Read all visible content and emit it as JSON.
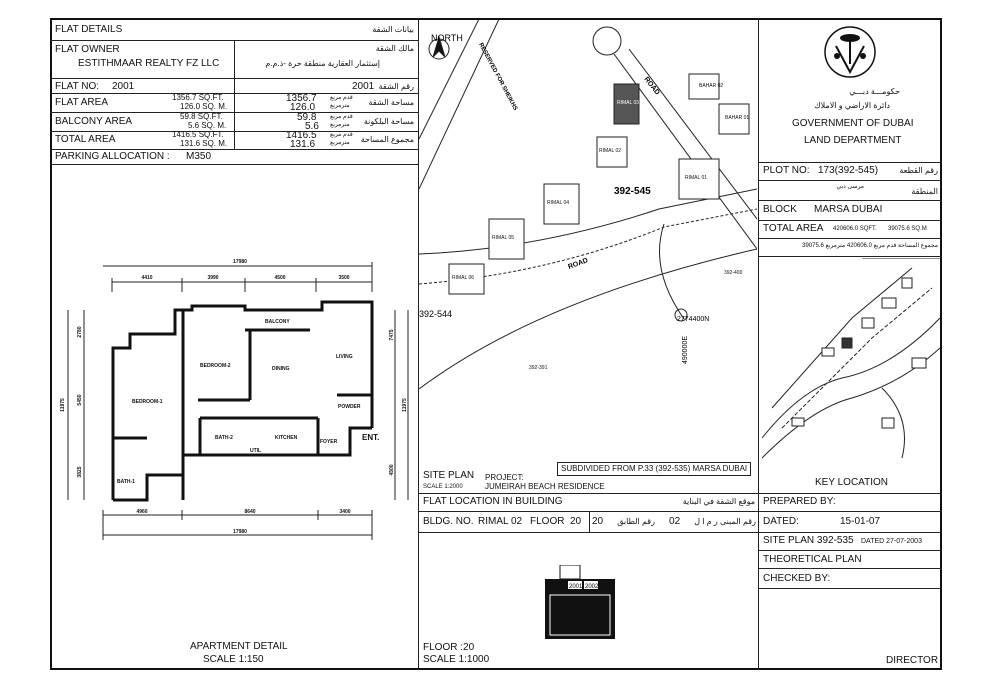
{
  "flat_details": {
    "title": "FLAT DETAILS",
    "title_ar": "بيانات الشقة",
    "owner_label": "FLAT OWNER",
    "owner_label_ar": "مالك الشقة",
    "owner_name": "ESTITHMAAR REALTY FZ LLC",
    "owner_name_ar": "إستثمار العقارية منطقة حرة -ذ.م.م",
    "flat_no_label": "FLAT NO:",
    "flat_no": "2001",
    "flat_no_label_ar": "رقم الشقة",
    "rows": [
      {
        "label": "FLAT AREA",
        "sqft": "1356.7 SQ.FT.",
        "sqm": "126.0 SQ. M.",
        "v1": "1356.7",
        "v2": "126.0",
        "u1_ar": "قدم مربع",
        "u2_ar": "مترمربع",
        "label_ar": "مساحة الشقة"
      },
      {
        "label": "BALCONY AREA",
        "sqft": "59.8 SQ.FT.",
        "sqm": "5.6 SQ. M.",
        "v1": "59.8",
        "v2": "5.6",
        "u1_ar": "قدم مربع",
        "u2_ar": "مترمربع",
        "label_ar": "مساحة البلكونة"
      },
      {
        "label": "TOTAL AREA",
        "sqft": "1416.5 SQ.FT.",
        "sqm": "131.6 SQ. M.",
        "v1": "1416.5",
        "v2": "131.6",
        "u1_ar": "قدم مربع",
        "u2_ar": "مترمربع",
        "label_ar": "مجموع المساحة"
      }
    ],
    "parking_label": "PARKING ALLOCATION :",
    "parking": "M350"
  },
  "floor_plan": {
    "dims_top_total": "17980",
    "dims_top": [
      "4410",
      "3990",
      "4500",
      "3500"
    ],
    "dims_bottom": [
      "4960",
      "8640",
      "3400"
    ],
    "dims_bottom_total": "17980",
    "dims_left": [
      "2780",
      "5450",
      "3825"
    ],
    "dim_left_total": "11975",
    "dims_right": [
      "7475",
      "4500"
    ],
    "dim_right_total": "11975",
    "rooms": [
      "BALCONY",
      "BEDROOM-2",
      "DINING",
      "LIVING",
      "BEDROOM-1",
      "POWDER",
      "BATH-2",
      "KITCHEN",
      "FOYER",
      "UTIL",
      "BATH-1"
    ],
    "entrance": "ENT.",
    "caption": "APARTMENT DETAIL",
    "scale": "SCALE    1:150"
  },
  "site_plan": {
    "north": "NORTH",
    "reserved": "RESERVED FOR SHEIKHS",
    "road": "ROAD",
    "plot": "392-545",
    "neighbor1": "392-544",
    "neighbor2": "392-400",
    "neighbor3": "392-391",
    "coord_n": "2774400N",
    "coord_e": "490000E",
    "buildings": [
      "BAHAR 02",
      "BAHAR 01",
      "RIMAL 03",
      "RIMAL 02",
      "RIMAL 01",
      "RIMAL 04",
      "RIMAL 05",
      "RIMAL 06"
    ],
    "title": "SITE PLAN",
    "scale": "SCALE   1:2000",
    "project_label": "PROJECT:",
    "project": "JUMEIRAH BEACH RESIDENCE",
    "subdivided": "SUBDIVIDED FROM P.33 (392-535) MARSA DUBAI"
  },
  "flat_location": {
    "title": "FLAT LOCATION IN BUILDING",
    "title_ar": "موقع الشقة في البناية",
    "bldg_label": "BLDG. NO.",
    "bldg": "RIMAL 02",
    "floor_label": "FLOOR",
    "floor": "20",
    "floor_ar": "رقم الطابق",
    "bldg_ar": "رقم المبنى   ر م ا ل",
    "bldg_no_ar": "02",
    "units": [
      "2001",
      "2002"
    ],
    "floor_caption": "FLOOR :20",
    "scale": "SCALE   1:1000"
  },
  "authority": {
    "gov_ar": "حكومـــة دبـــي",
    "dept_ar": "دائرة الاراضي و الاملاك",
    "gov": "GOVERNMENT OF DUBAI",
    "dept": "LAND DEPARTMENT"
  },
  "plot": {
    "plot_label": "PLOT NO:",
    "plot_no": "173(392-545)",
    "plot_label_ar": "رقم القطعة",
    "area_ar": "المنطقة",
    "area_value_ar": "مرسى دبي",
    "block_label": "BLOCK",
    "block": "MARSA DUBAI",
    "total_label": "TOTAL AREA",
    "total_sqft": "420606.0 SQFT.",
    "total_sqm": "39075.6  SQ.M",
    "total_ar": "مجموع المساحة  قدم مربع 420606.0 مترمربع 39075.6",
    "key_location": "KEY LOCATION"
  },
  "approval": {
    "prepared": "PREPARED BY:",
    "dated_label": "DATED:",
    "dated": "15-01-07",
    "site_plan": "SITE PLAN 392-535",
    "site_plan_dated": "DATED  27-07-2003",
    "theoretical": "THEORETICAL PLAN",
    "checked": "CHECKED BY:",
    "director": "DIRECTOR"
  }
}
